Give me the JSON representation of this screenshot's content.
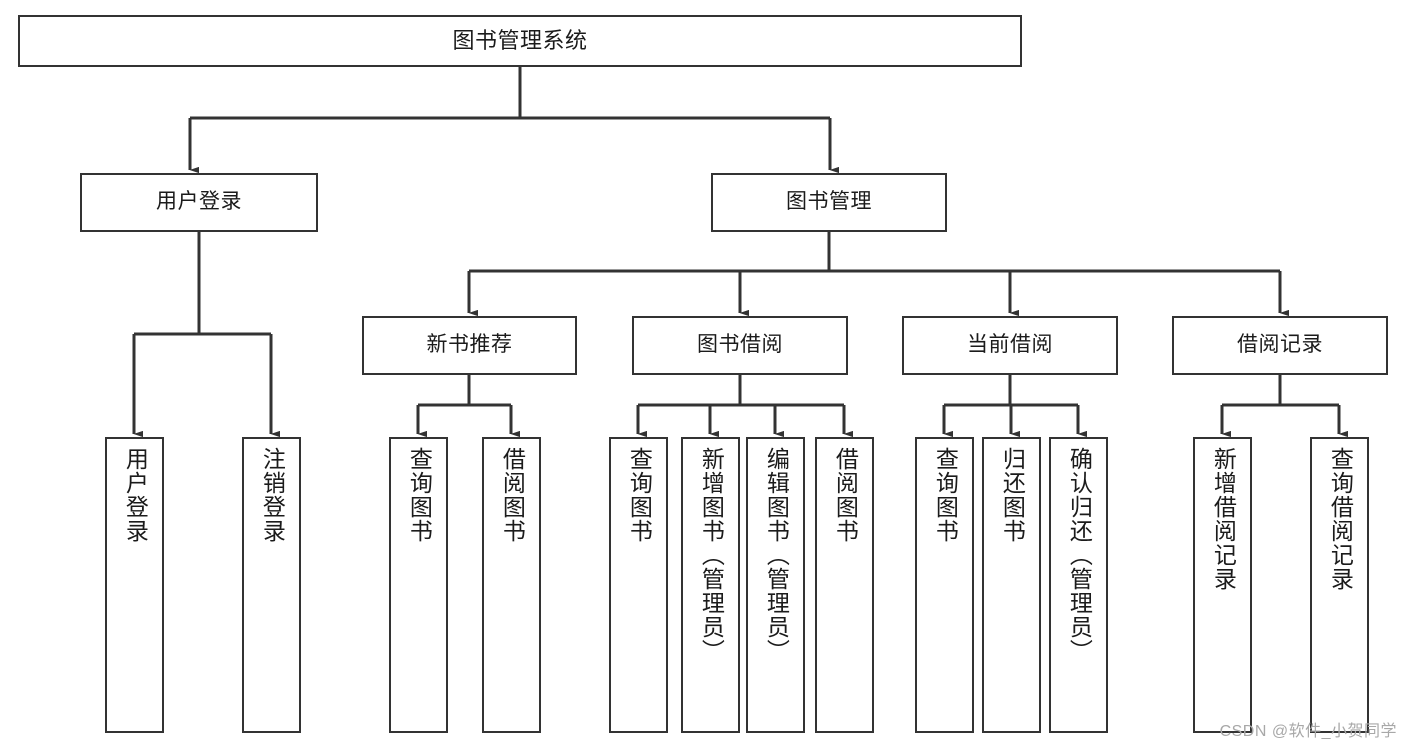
{
  "diagram": {
    "title": "图书管理系统",
    "type": "tree-hierarchy-diagram",
    "colors": {
      "box_border": "#333333",
      "box_fill": "#ffffff",
      "edge": "#333333",
      "text": "#1b1b1b",
      "watermark": "#a8a8a8",
      "background": "#ffffff"
    },
    "nodes": {
      "root": {
        "label": "图书管理系统",
        "orientation": "horizontal"
      },
      "level2": [
        {
          "id": "user-login",
          "label": "用户登录",
          "orientation": "horizontal"
        },
        {
          "id": "book-management",
          "label": "图书管理",
          "orientation": "horizontal"
        }
      ],
      "level3": [
        {
          "id": "new-book-recommend",
          "label": "新书推荐",
          "orientation": "horizontal"
        },
        {
          "id": "book-borrow",
          "label": "图书借阅",
          "orientation": "horizontal"
        },
        {
          "id": "current-borrow",
          "label": "当前借阅",
          "orientation": "horizontal"
        },
        {
          "id": "borrow-record",
          "label": "借阅记录",
          "orientation": "horizontal"
        }
      ],
      "leaves": {
        "user-login": [
          {
            "id": "leaf-user-login",
            "label": "用户登录"
          },
          {
            "id": "leaf-logout",
            "label": "注销登录"
          }
        ],
        "new-book-recommend": [
          {
            "id": "leaf-query-book-1",
            "label": "查询图书"
          },
          {
            "id": "leaf-borrow-book-1",
            "label": "借阅图书"
          }
        ],
        "book-borrow": [
          {
            "id": "leaf-query-book-2",
            "label": "查询图书"
          },
          {
            "id": "leaf-add-book",
            "label": "新增图书（管理员）"
          },
          {
            "id": "leaf-edit-book",
            "label": "编辑图书（管理员）"
          },
          {
            "id": "leaf-borrow-book-2",
            "label": "借阅图书"
          }
        ],
        "current-borrow": [
          {
            "id": "leaf-query-book-3",
            "label": "查询图书"
          },
          {
            "id": "leaf-return-book",
            "label": "归还图书"
          },
          {
            "id": "leaf-confirm-return",
            "label": "确认归还（管理员）"
          }
        ],
        "borrow-record": [
          {
            "id": "leaf-add-record",
            "label": "新增借阅记录"
          },
          {
            "id": "leaf-query-record",
            "label": "查询借阅记录"
          }
        ]
      }
    },
    "watermark": "CSDN @软件_小贺同学"
  }
}
